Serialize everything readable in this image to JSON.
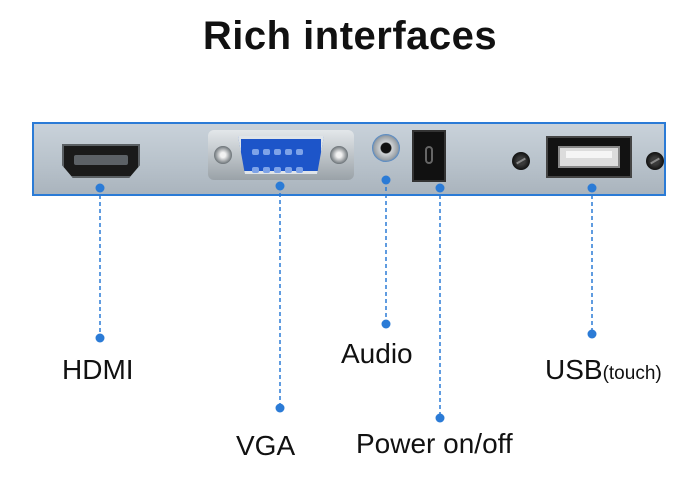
{
  "title": "Rich interfaces",
  "labels": {
    "hdmi": "HDMI",
    "vga": "VGA",
    "audio": "Audio",
    "power": "Power on/off",
    "usb": "USB",
    "usb_note": "(touch)"
  },
  "colors": {
    "accent": "#2b7bd6",
    "panel": "#bcc5cd",
    "text": "#111111"
  }
}
